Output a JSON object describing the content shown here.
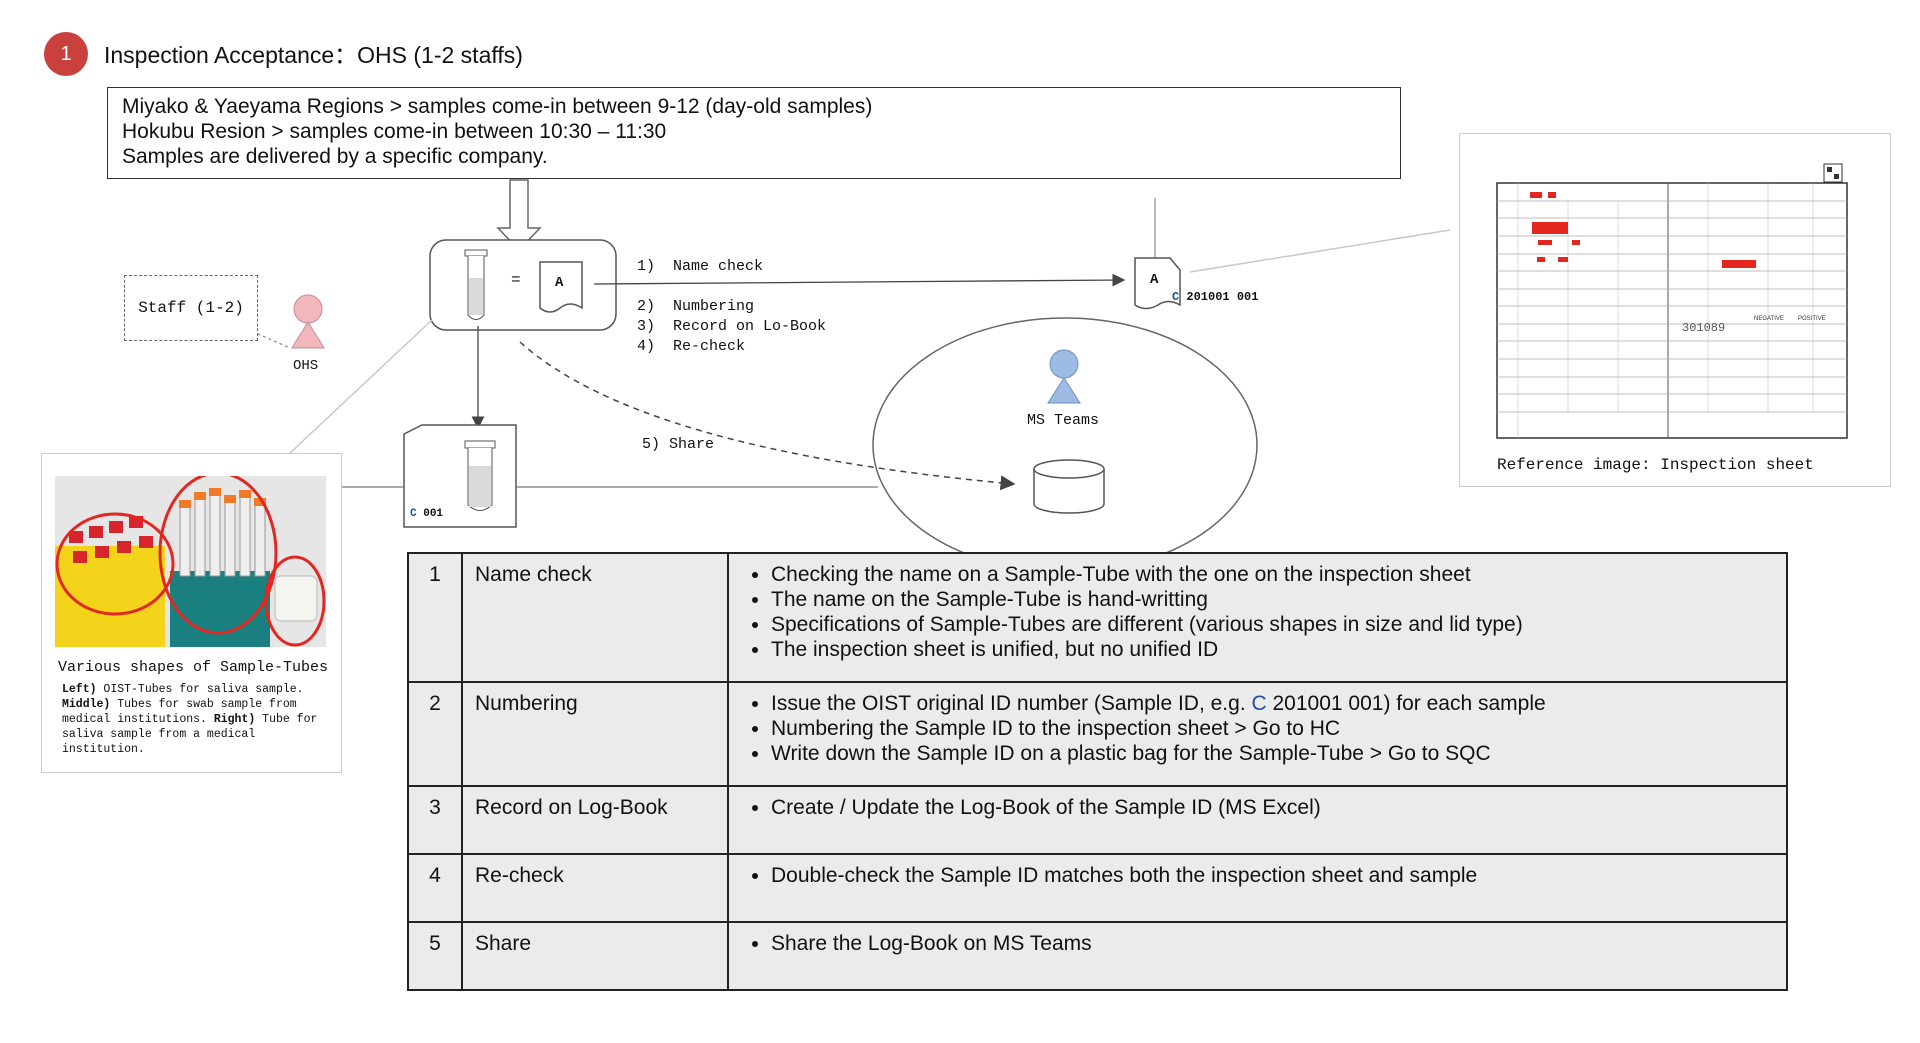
{
  "header": {
    "badge": "1",
    "title": "Inspection Acceptance：OHS (1-2 staffs)"
  },
  "info_lines": [
    "Miyako & Yaeyama Regions > samples come-in between 9-12 (day-old samples)",
    "Hokubu Resion >  samples come-in between 10:30 – 11:30",
    "Samples are delivered by a specific company."
  ],
  "staff": {
    "box_label": "Staff (1-2)",
    "person_label": "OHS"
  },
  "flow": {
    "equals": "=",
    "doc_letter": "A",
    "steps": [
      "1)  Name check",
      "2)  Numbering",
      "3)  Record on Lo-Book",
      "4)  Re-check"
    ],
    "share": "5) Share",
    "labeled_doc": {
      "letter": "A",
      "prefix": "C",
      "id": "201001 001"
    },
    "labeled_tube": {
      "prefix": "C",
      "id": "001"
    },
    "teams_label": "MS Teams"
  },
  "photo_panel": {
    "title": "Various shapes of Sample-Tubes",
    "caption": [
      {
        "bold": "Left)",
        "text": " OIST-Tubes for saliva sample."
      },
      {
        "bold": "Middle)",
        "text": " Tubes for swab sample from medical institutions."
      },
      {
        "bold": "Right)",
        "text": " Tube for saliva sample from a medical institution."
      }
    ]
  },
  "reference": {
    "caption": "Reference image: Inspection sheet",
    "sheet_handwriting": "301089",
    "sheet_neg": "NEGATIVE",
    "sheet_pos": "POSITIVE"
  },
  "table": [
    {
      "num": "1",
      "name": "Name check",
      "bullets": [
        "Checking the name  on a Sample-Tube with the one on the inspection sheet",
        "The name on the Sample-Tube is hand-writting",
        "Specifications of Sample-Tubes are different (various shapes in size and lid type)",
        "The inspection sheet is unified, but no unified ID"
      ]
    },
    {
      "num": "2",
      "name": "Numbering",
      "b1_pre": "Issue the OIST original ID number (Sample ID, e.g. ",
      "b1_c": "C",
      "b1_post": " 201001 001)  for each sample",
      "bullets": [
        "Numbering the Sample ID to the inspection sheet > Go to HC",
        "Write down the Sample ID on a plastic bag for the Sample-Tube > Go to SQC"
      ]
    },
    {
      "num": "3",
      "name": "Record on Log-Book",
      "bullets": [
        "Create / Update the Log-Book of the Sample ID (MS Excel)"
      ]
    },
    {
      "num": "4",
      "name": "Re-check",
      "bullets": [
        "Double-check the Sample ID matches both the inspection sheet and sample"
      ]
    },
    {
      "num": "5",
      "name": "Share",
      "bullets": [
        "Share the Log-Book on MS Teams"
      ]
    }
  ],
  "colors": {
    "badge": "#c9403c",
    "person": "#f0b8bb",
    "teams": "#9dbbe3",
    "highlight": "#e3261f",
    "id_blue": "#1f4e9c"
  }
}
